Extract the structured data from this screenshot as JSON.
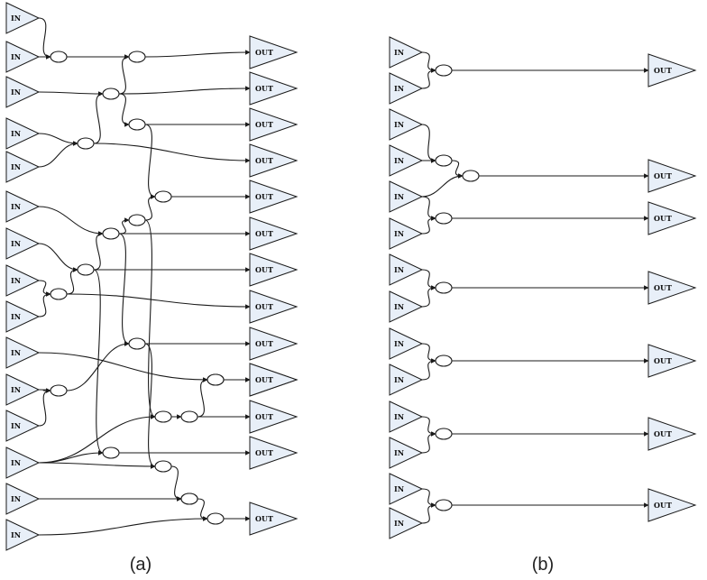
{
  "labels": {
    "in": "IN",
    "out": "OUT"
  },
  "captions": {
    "a": "(a)",
    "b": "(b)"
  },
  "colors": {
    "fill": "#e8eff8",
    "stroke": "#1a1a1a"
  },
  "panels": [
    {
      "id": "a",
      "inputs": [
        "in1",
        "in2",
        "in3",
        "in4",
        "in5",
        "in6",
        "in7",
        "in8",
        "in9",
        "in10",
        "in11",
        "in12",
        "in13",
        "in14",
        "in15"
      ],
      "nodes": [
        "n1",
        "n2",
        "n3",
        "n4",
        "n5",
        "n6",
        "n7",
        "n8",
        "n9",
        "n10",
        "n11",
        "n12",
        "n13",
        "n14",
        "n15",
        "n16",
        "n17",
        "n18",
        "n19"
      ],
      "outputs": [
        "o1",
        "o2",
        "o3",
        "o4",
        "o5",
        "o6",
        "o7",
        "o8",
        "o9",
        "o10",
        "o11",
        "o12",
        "o13",
        "o14"
      ],
      "edges": [
        [
          "in1",
          "n1"
        ],
        [
          "in2",
          "n1"
        ],
        [
          "n1",
          "n2"
        ],
        [
          "n2",
          "o1"
        ],
        [
          "in3",
          "n3"
        ],
        [
          "n3",
          "n2"
        ],
        [
          "n3",
          "o2"
        ],
        [
          "n3",
          "n4"
        ],
        [
          "n4",
          "o3"
        ],
        [
          "in4",
          "n5"
        ],
        [
          "in5",
          "n5"
        ],
        [
          "n5",
          "n3"
        ],
        [
          "n5",
          "o4"
        ],
        [
          "n4",
          "n6"
        ],
        [
          "n6",
          "o5"
        ],
        [
          "in6",
          "n8"
        ],
        [
          "n8",
          "n7"
        ],
        [
          "n7",
          "n6"
        ],
        [
          "n8",
          "o6"
        ],
        [
          "in7",
          "n9"
        ],
        [
          "n9",
          "n8"
        ],
        [
          "n9",
          "o7"
        ],
        [
          "in8",
          "n10"
        ],
        [
          "in9",
          "n10"
        ],
        [
          "n10",
          "n9"
        ],
        [
          "n10",
          "o8"
        ],
        [
          "in10",
          "n15"
        ],
        [
          "n15",
          "o10"
        ],
        [
          "n11",
          "o9"
        ],
        [
          "n8",
          "n11"
        ],
        [
          "n9",
          "n12"
        ],
        [
          "n7",
          "n14"
        ],
        [
          "n11",
          "n17"
        ],
        [
          "in11",
          "n11a"
        ],
        [
          "in12",
          "n11a"
        ],
        [
          "n11a",
          "n11"
        ],
        [
          "in13",
          "n12"
        ],
        [
          "n12",
          "o12"
        ],
        [
          "in13",
          "n17"
        ],
        [
          "in13",
          "n14"
        ],
        [
          "n14",
          "n13"
        ],
        [
          "n13",
          "o11"
        ],
        [
          "n13",
          "n15b"
        ],
        [
          "n15b",
          "o11b"
        ],
        [
          "in14",
          "n16"
        ],
        [
          "in14",
          "n18"
        ],
        [
          "n17",
          "n18"
        ],
        [
          "n18",
          "n19"
        ],
        [
          "in15",
          "n19"
        ],
        [
          "n19",
          "o14"
        ]
      ]
    },
    {
      "id": "b",
      "inputs": [
        "in1",
        "in2",
        "in3",
        "in4",
        "in5",
        "in6",
        "in7",
        "in8",
        "in9",
        "in10",
        "in11",
        "in12",
        "in13",
        "in14"
      ],
      "nodes": [
        "n1",
        "n2",
        "n3",
        "n4",
        "n5",
        "n6",
        "n7",
        "n8"
      ],
      "outputs": [
        "o1",
        "o2",
        "o3",
        "o4",
        "o5",
        "o6",
        "o7"
      ],
      "edges": [
        [
          "in1",
          "n1"
        ],
        [
          "in2",
          "n1"
        ],
        [
          "n1",
          "o1"
        ],
        [
          "in3",
          "n2"
        ],
        [
          "in4",
          "n2"
        ],
        [
          "n2",
          "n3"
        ],
        [
          "in5",
          "n3"
        ],
        [
          "n3",
          "o2"
        ],
        [
          "in5",
          "n4"
        ],
        [
          "in6",
          "n4"
        ],
        [
          "n4",
          "o3"
        ],
        [
          "in7",
          "n5"
        ],
        [
          "in8",
          "n5"
        ],
        [
          "n5",
          "o4"
        ],
        [
          "in9",
          "n6"
        ],
        [
          "in10",
          "n6"
        ],
        [
          "n6",
          "o5"
        ],
        [
          "in11",
          "n7"
        ],
        [
          "in12",
          "n7"
        ],
        [
          "n7",
          "o6"
        ],
        [
          "in13",
          "n8"
        ],
        [
          "in14",
          "n8"
        ],
        [
          "n8",
          "o7"
        ]
      ]
    }
  ]
}
